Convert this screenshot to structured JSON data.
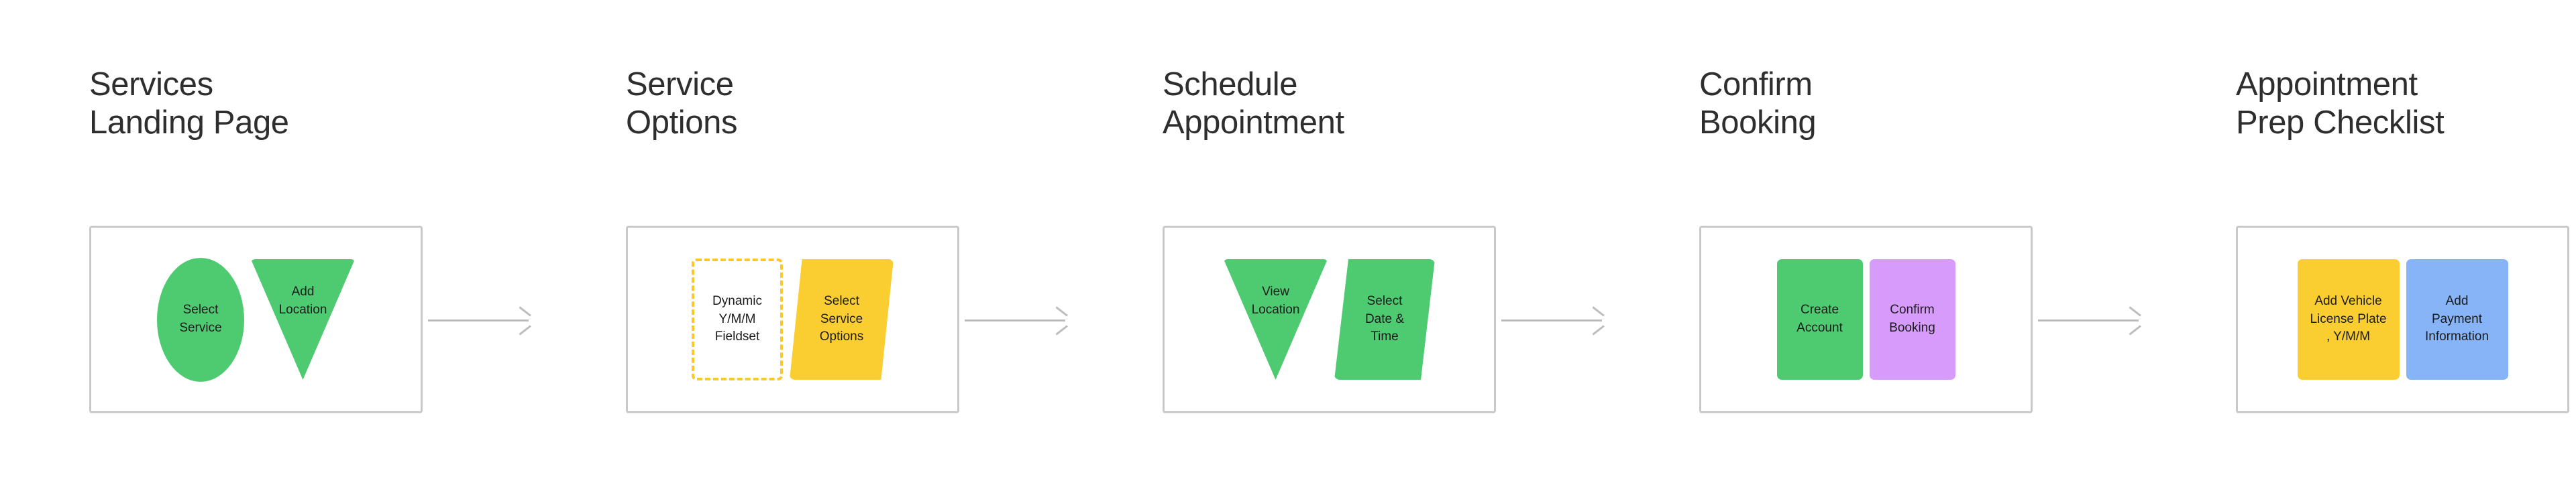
{
  "theme": {
    "background": "#ffffff",
    "panel_border": "#c9c9c9",
    "connector": "#bdbdbd",
    "title_color": "#2e2e2e",
    "green": "#4ECB71",
    "yellow": "#FACE30",
    "purple": "#D79CFB",
    "blue": "#87B4F7",
    "dashed_yellow": "#f9c82c"
  },
  "diagram": {
    "type": "user-flow",
    "stages": [
      {
        "title": "Services\nLanding Page",
        "nodes": [
          {
            "label": "Select\nService",
            "shape": "ellipse",
            "color": "#4ECB71"
          },
          {
            "label": "Add\nLocation",
            "shape": "triangle",
            "color": "#4ECB71"
          }
        ]
      },
      {
        "title": "Service\nOptions",
        "nodes": [
          {
            "label": "Dynamic\nY/M/M\nFieldset",
            "shape": "dashed",
            "color": "#f9c82c"
          },
          {
            "label": "Select\nService\nOptions",
            "shape": "para-right",
            "color": "#FACE30"
          }
        ]
      },
      {
        "title": "Schedule\nAppointment",
        "nodes": [
          {
            "label": "View\nLocation",
            "shape": "triangle",
            "color": "#4ECB71"
          },
          {
            "label": "Select\nDate &\nTime",
            "shape": "para-left",
            "color": "#4ECB71"
          }
        ]
      },
      {
        "title": "Confirm\nBooking",
        "nodes": [
          {
            "label": "Create\nAccount",
            "shape": "rect",
            "color": "#4ECB71"
          },
          {
            "label": "Confirm\nBooking",
            "shape": "rect",
            "color": "#D79CFB"
          }
        ]
      },
      {
        "title": "Appointment\nPrep Checklist",
        "nodes": [
          {
            "label": "Add Vehicle\nLicense Plate\n, Y/M/M",
            "shape": "rect-wide",
            "color": "#FACE30"
          },
          {
            "label": "Add\nPayment\nInformation",
            "shape": "rect-wide",
            "color": "#87B4F7"
          }
        ]
      }
    ],
    "connectors": [
      {
        "from": "Services Landing Page",
        "to": "Service Options",
        "icon": "arrow-right-icon"
      },
      {
        "from": "Service Options",
        "to": "Schedule Appointment",
        "icon": "arrow-right-icon"
      },
      {
        "from": "Schedule Appointment",
        "to": "Confirm Booking",
        "icon": "arrow-right-icon"
      },
      {
        "from": "Confirm Booking",
        "to": "Appointment Prep Checklist",
        "icon": "arrow-right-icon"
      }
    ]
  }
}
